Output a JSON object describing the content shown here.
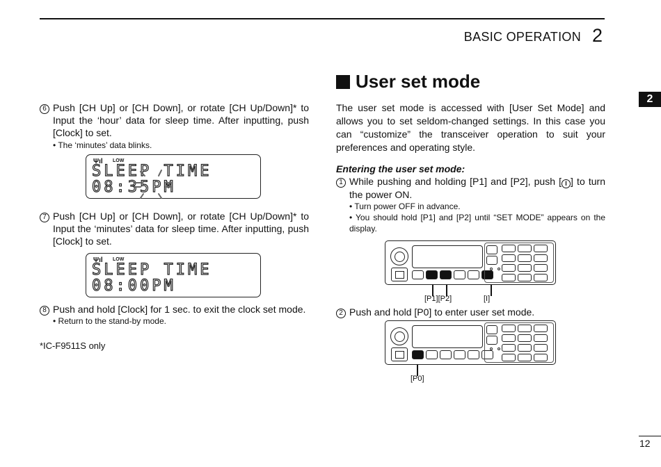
{
  "header": {
    "section_title": "BASIC OPERATION",
    "chapter_number": "2"
  },
  "side_tab": "2",
  "page_number": "12",
  "left": {
    "step6": {
      "num": "6",
      "text": "Push [CH Up] or [CH Down], or rotate [CH Up/Down]* to Input the ‘hour’ data for sleep time. After inputting, push [Clock] to set.",
      "bullet": "• The ‘minutes’ data blinks."
    },
    "lcd1": {
      "indicator": "LOW",
      "line1": "SLEEP TIME",
      "line2": "08:35PM"
    },
    "step7": {
      "num": "7",
      "text": "Push [CH Up] or [CH Down], or rotate [CH Up/Down]* to Input the ‘minutes’ data for sleep time. After inputting, push [Clock] to set."
    },
    "lcd2": {
      "indicator": "LOW",
      "line1": "SLEEP TIME",
      "line2": "08:00PM"
    },
    "step8": {
      "num": "8",
      "text": "Push and hold [Clock] for 1 sec. to exit the clock set mode.",
      "bullet": "• Return to the stand-by mode."
    },
    "footnote": "*IC-F9511S only"
  },
  "right": {
    "heading": "User set mode",
    "intro": "The user set mode is accessed with [User Set Mode] and allows you to set seldom-changed settings. In this case you can “customize” the transceiver operation to suit your preferences and operating style.",
    "subheading": "Entering the user set mode:",
    "step1": {
      "num": "1",
      "text_before": "While pushing and holding [P1] and [P2], push [",
      "power_glyph": "I",
      "text_after": "] to turn the power ON.",
      "bullets": [
        "• Turn power OFF in advance.",
        "• You should hold [P1] and [P2] until “SET MODE” appears on the display."
      ]
    },
    "diagram1_labels": {
      "p1p2": "[P1][P2]",
      "power": "[I]"
    },
    "step2": {
      "num": "2",
      "text": "Push and hold [P0] to enter user set mode."
    },
    "diagram2_labels": {
      "p0": "[P0]"
    }
  }
}
